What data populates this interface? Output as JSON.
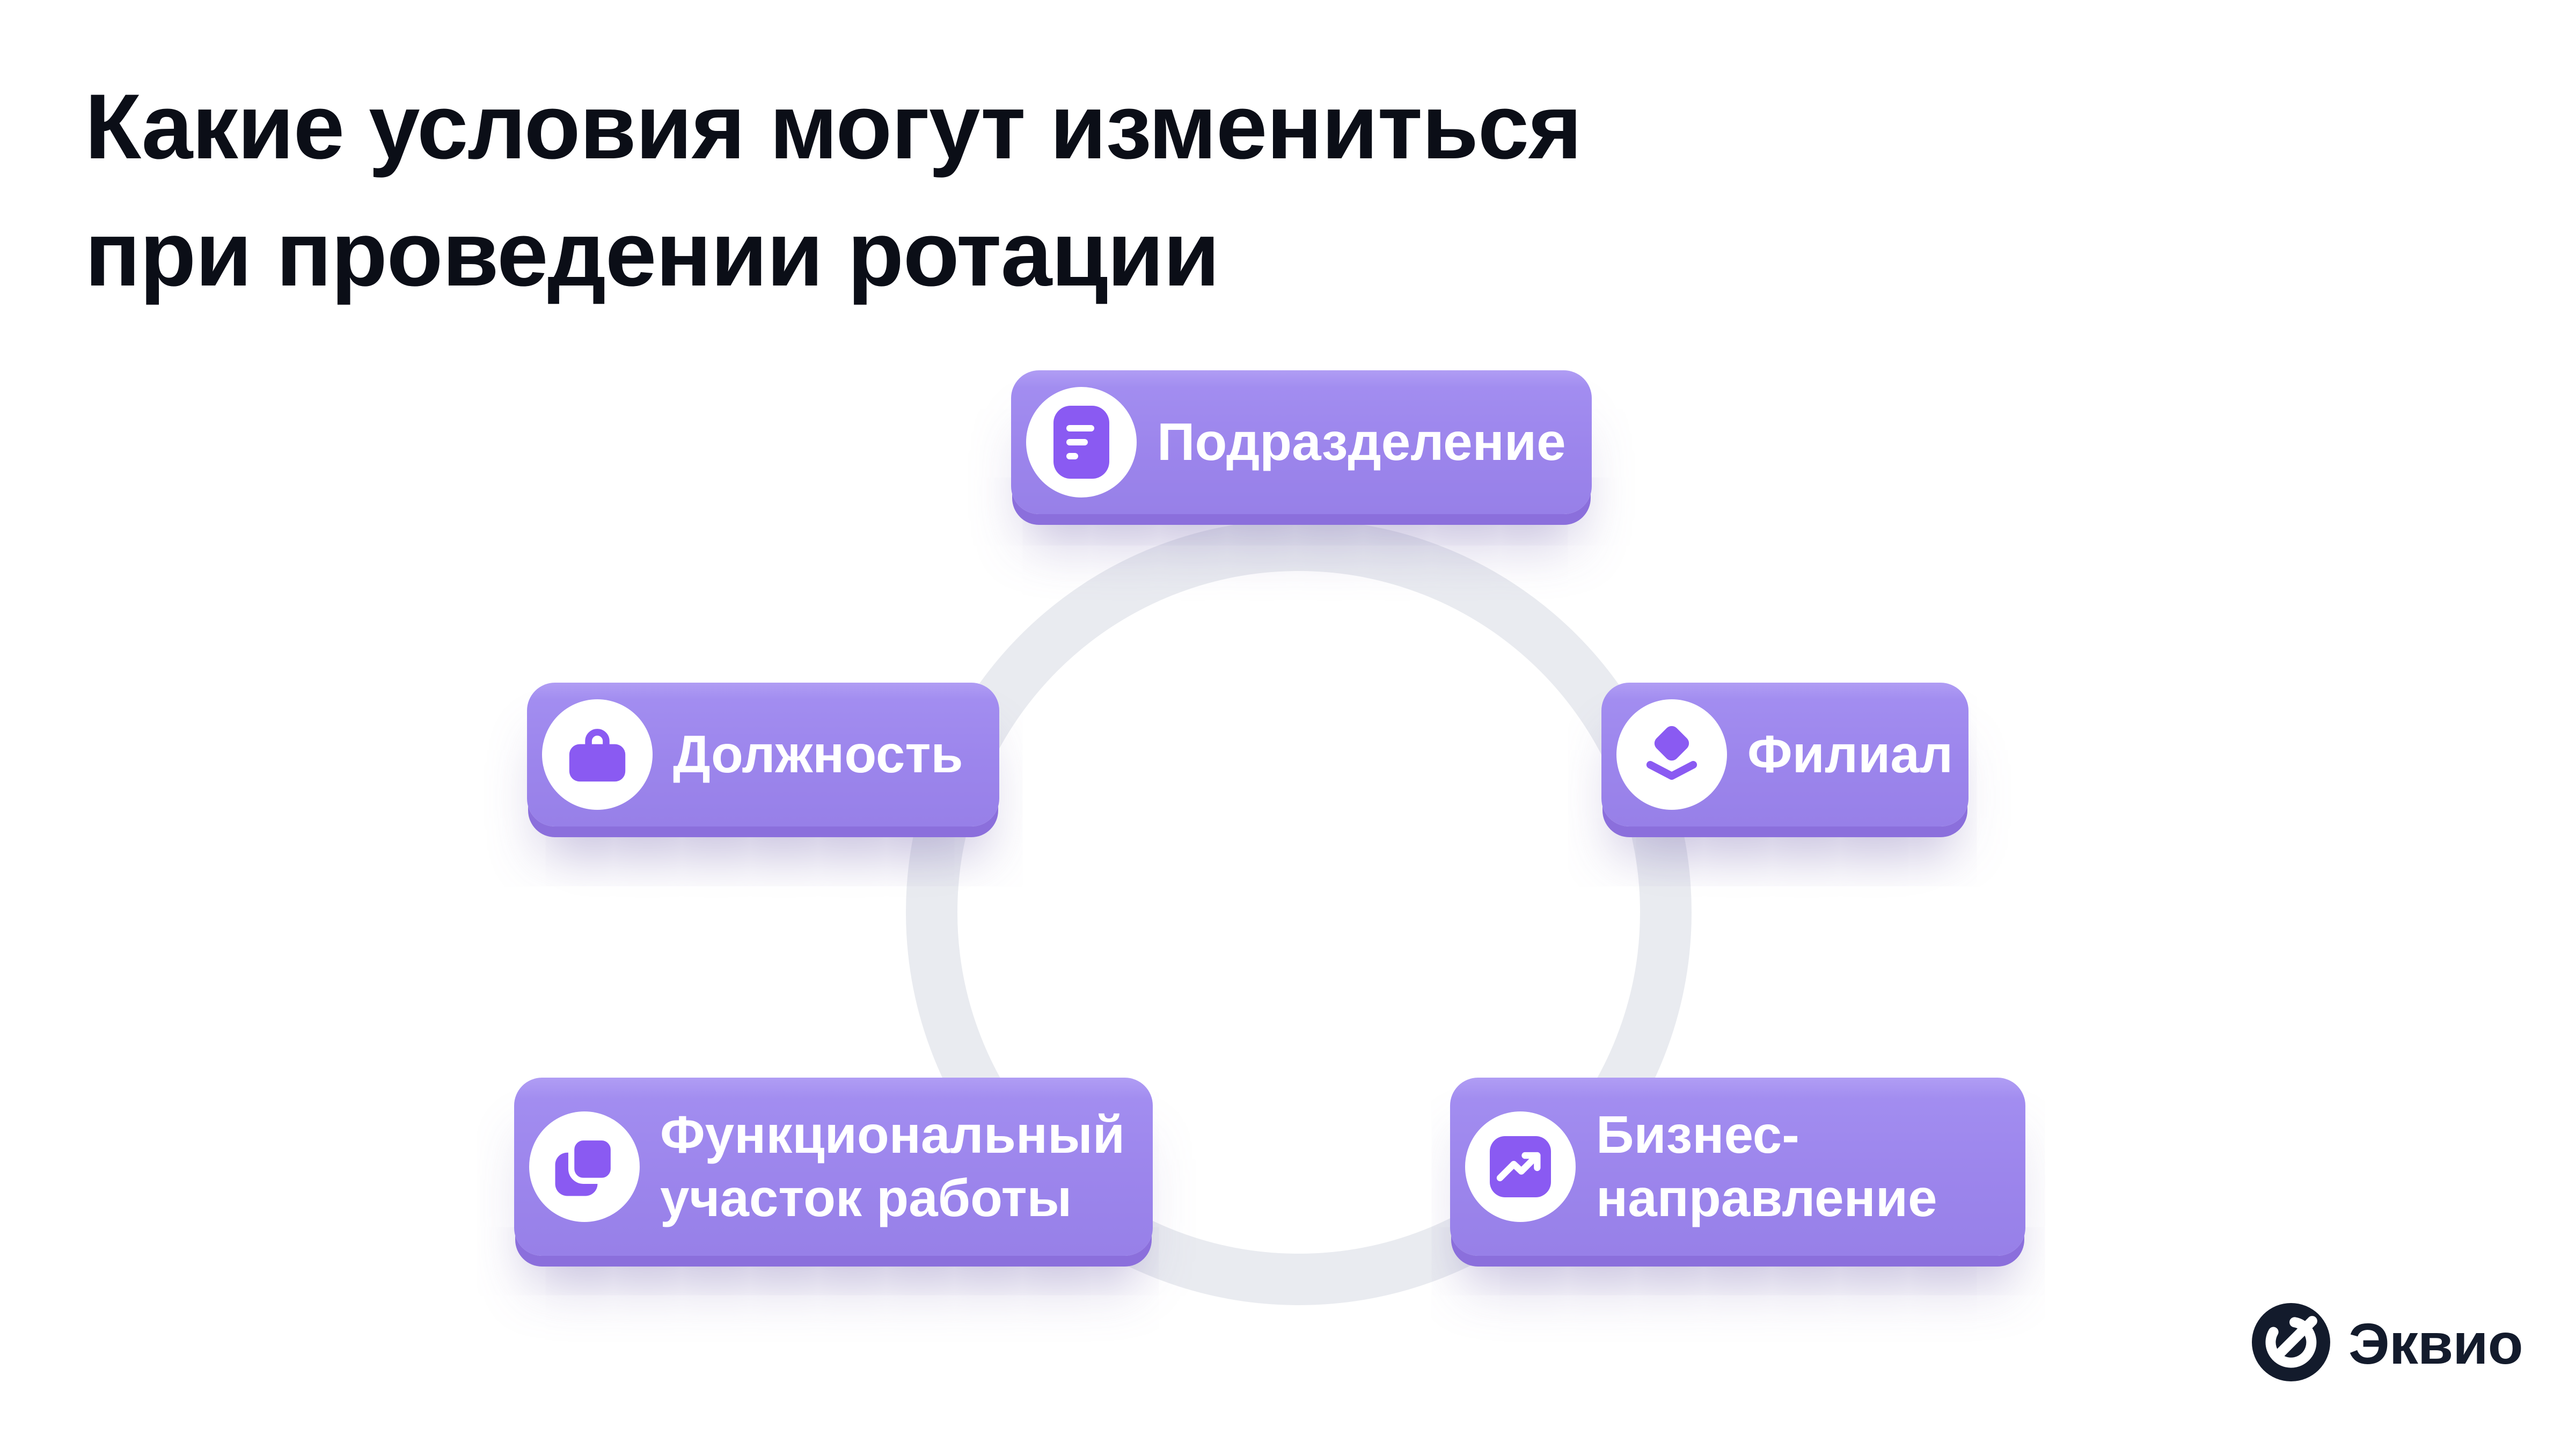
{
  "slide": {
    "title_line1": "Какие условия могут измениться",
    "title_line2": "при проведении ротации"
  },
  "badges": [
    {
      "label_lines": [
        "Подразделение"
      ],
      "icon": "document-lines-icon"
    },
    {
      "label_lines": [
        "Должность"
      ],
      "icon": "briefcase-icon"
    },
    {
      "label_lines": [
        "Филиал"
      ],
      "icon": "layers-icon"
    },
    {
      "label_lines": [
        "Функциональный",
        "участок работы"
      ],
      "icon": "copy-pages-icon"
    },
    {
      "label_lines": [
        "Бизнес-",
        "направление"
      ],
      "icon": "trend-up-arrow-icon"
    }
  ],
  "logo": {
    "name": "Эквио"
  },
  "colors": {
    "badge_purple": "#9c85ec",
    "badge_purple_light": "#b09df4",
    "badge_edge_purple": "#8b6fdc",
    "icon_purple": "#8a5af2",
    "ring_gray": "#e9ebf0",
    "title_ink": "#0b0e17",
    "logo_navy": "#131b2c",
    "background": "#ffffff",
    "badge_text": "#ffffff"
  }
}
